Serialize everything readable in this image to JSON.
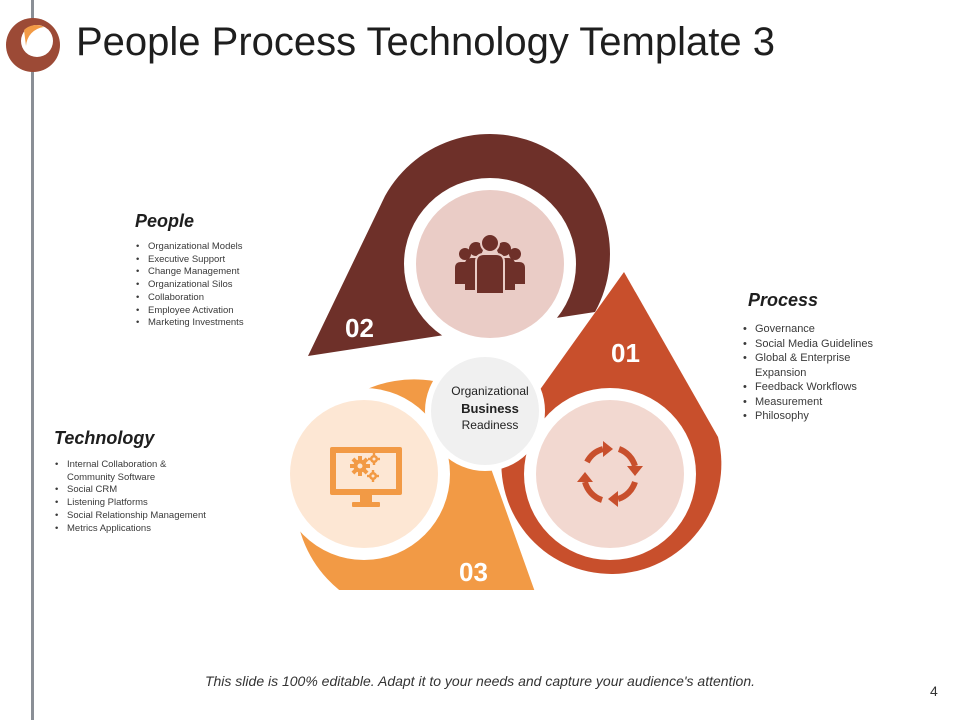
{
  "slide": {
    "title": "People Process Technology Template 3",
    "footer": "This slide is 100% editable. Adapt it to your needs and capture your audience's attention.",
    "page_number": "4"
  },
  "colors": {
    "people": "#6e3029",
    "process": "#c84f2c",
    "technology": "#f29a45",
    "people_inner": "#eaccc6",
    "process_inner": "#f2d8d0",
    "technology_inner": "#fde7d4",
    "center": "#f0f0f0"
  },
  "center": {
    "line1": "Organizational",
    "line2": "Business",
    "line3": "Readiness"
  },
  "segments": {
    "people": {
      "number": "02",
      "icon": "people-group-icon",
      "heading": "People",
      "items": [
        "Organizational Models",
        "Executive Support",
        "Change Management",
        "Organizational Silos",
        "Collaboration",
        "Employee Activation",
        "Marketing Investments"
      ]
    },
    "process": {
      "number": "01",
      "icon": "cycle-arrows-icon",
      "heading": "Process",
      "items": [
        "Governance",
        "Social Media Guidelines",
        "Global & Enterprise Expansion",
        "Feedback Workflows",
        "Measurement",
        "Philosophy"
      ]
    },
    "technology": {
      "number": "03",
      "icon": "monitor-gears-icon",
      "heading": "Technology",
      "items": [
        "Internal Collaboration & Community Software",
        "Social CRM",
        "Listening Platforms",
        "Social Relationship Management",
        "Metrics Applications"
      ]
    }
  }
}
